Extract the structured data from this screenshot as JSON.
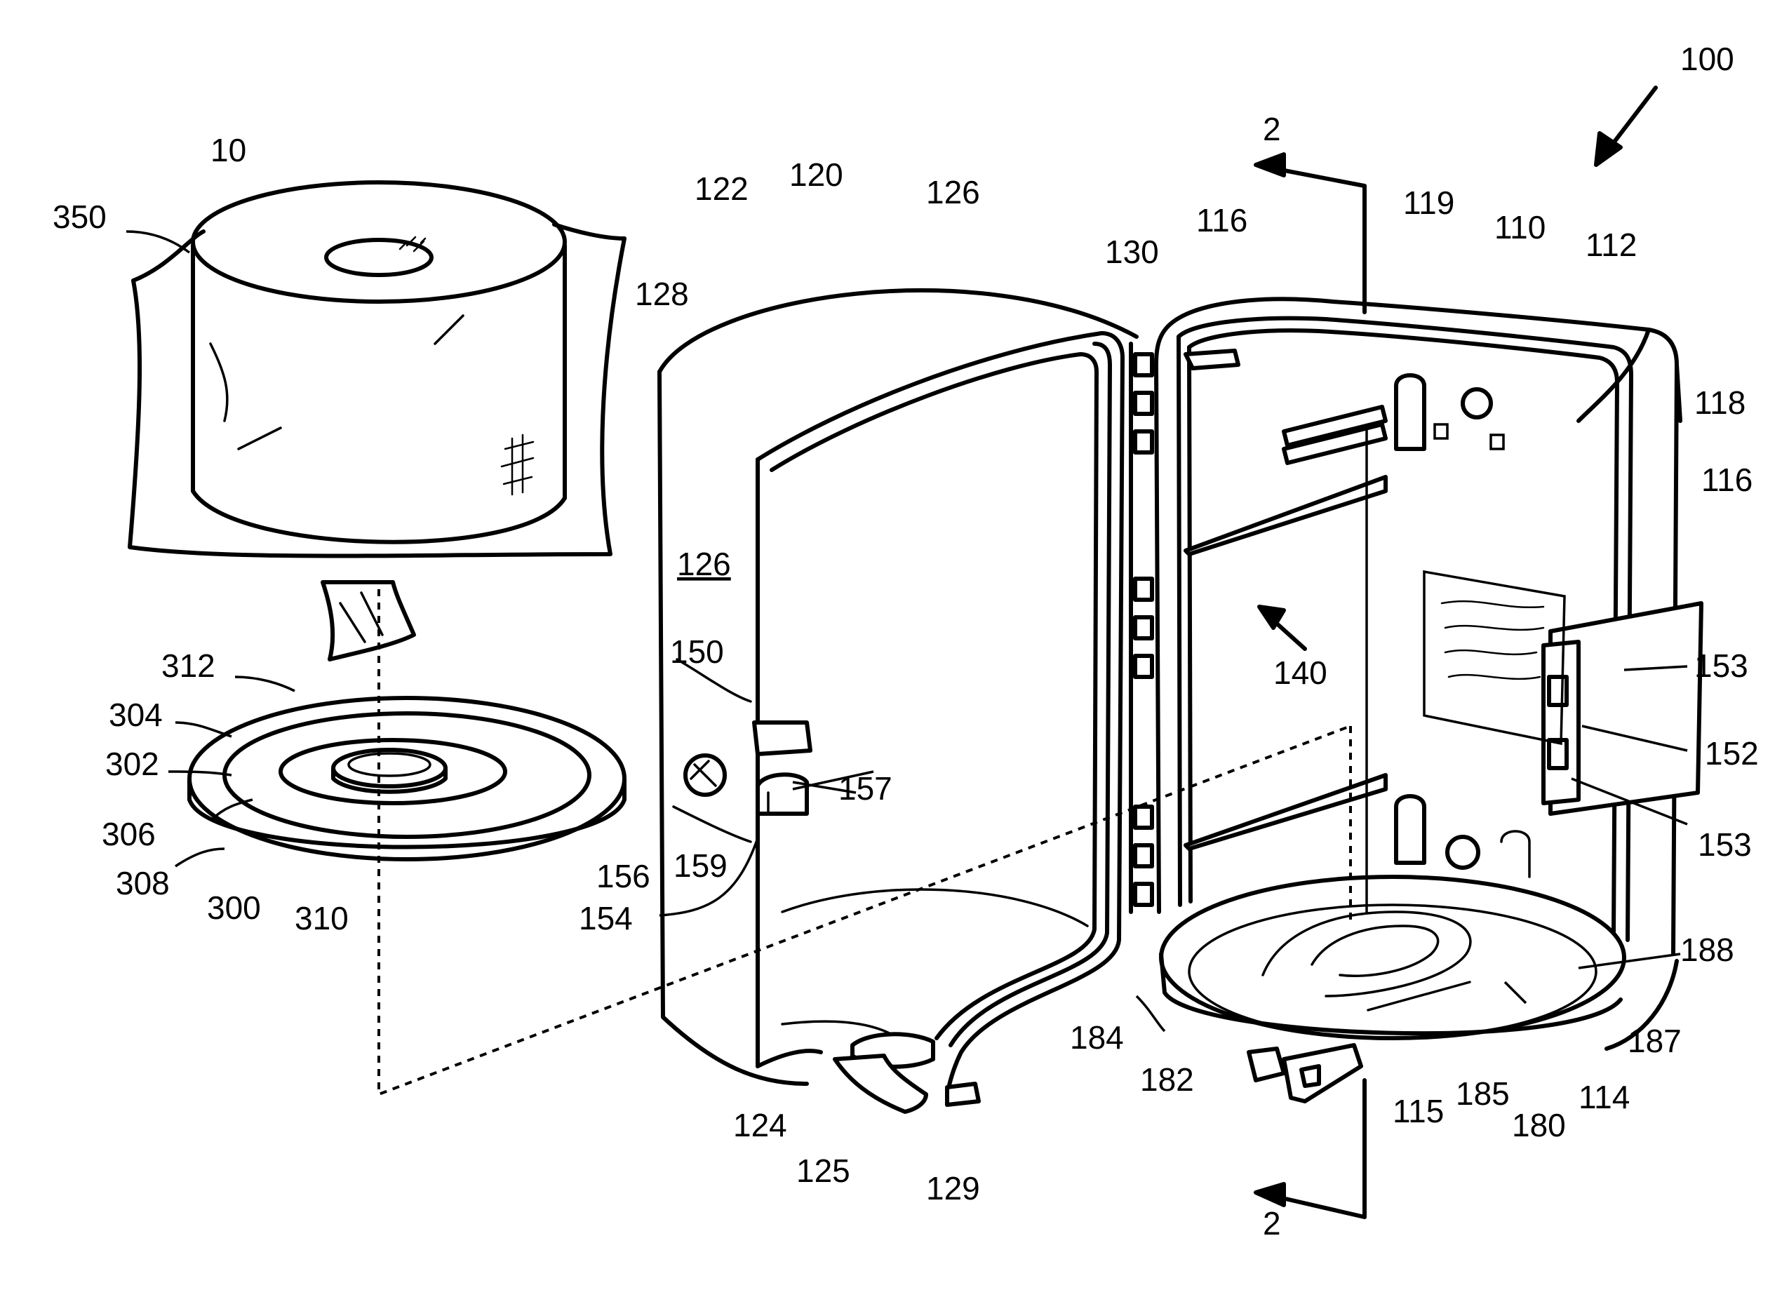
{
  "figure": {
    "ref_main": "100",
    "section_marks": [
      "2",
      "2"
    ],
    "labels": [
      {
        "id": "l10",
        "text": "10"
      },
      {
        "id": "l350",
        "text": "350"
      },
      {
        "id": "l122",
        "text": "122"
      },
      {
        "id": "l120",
        "text": "120"
      },
      {
        "id": "l126a",
        "text": "126"
      },
      {
        "id": "l128",
        "text": "128"
      },
      {
        "id": "l130",
        "text": "130"
      },
      {
        "id": "l116a",
        "text": "116"
      },
      {
        "id": "l119",
        "text": "119"
      },
      {
        "id": "l110",
        "text": "110"
      },
      {
        "id": "l112",
        "text": "112"
      },
      {
        "id": "l118",
        "text": "118"
      },
      {
        "id": "l116b",
        "text": "116"
      },
      {
        "id": "l126b",
        "text": "126"
      },
      {
        "id": "l150",
        "text": "150"
      },
      {
        "id": "l140",
        "text": "140"
      },
      {
        "id": "l312",
        "text": "312"
      },
      {
        "id": "l304",
        "text": "304"
      },
      {
        "id": "l302",
        "text": "302"
      },
      {
        "id": "l306",
        "text": "306"
      },
      {
        "id": "l308",
        "text": "308"
      },
      {
        "id": "l300",
        "text": "300"
      },
      {
        "id": "l310",
        "text": "310"
      },
      {
        "id": "l157",
        "text": "157"
      },
      {
        "id": "l156",
        "text": "156"
      },
      {
        "id": "l159",
        "text": "159"
      },
      {
        "id": "l154",
        "text": "154"
      },
      {
        "id": "l153a",
        "text": "153"
      },
      {
        "id": "l152",
        "text": "152"
      },
      {
        "id": "l153b",
        "text": "153"
      },
      {
        "id": "l188",
        "text": "188"
      },
      {
        "id": "l184",
        "text": "184"
      },
      {
        "id": "l182",
        "text": "182"
      },
      {
        "id": "l187",
        "text": "187"
      },
      {
        "id": "l124",
        "text": "124"
      },
      {
        "id": "l125",
        "text": "125"
      },
      {
        "id": "l129",
        "text": "129"
      },
      {
        "id": "l115",
        "text": "115"
      },
      {
        "id": "l185",
        "text": "185"
      },
      {
        "id": "l180",
        "text": "180"
      },
      {
        "id": "l114",
        "text": "114"
      }
    ]
  }
}
